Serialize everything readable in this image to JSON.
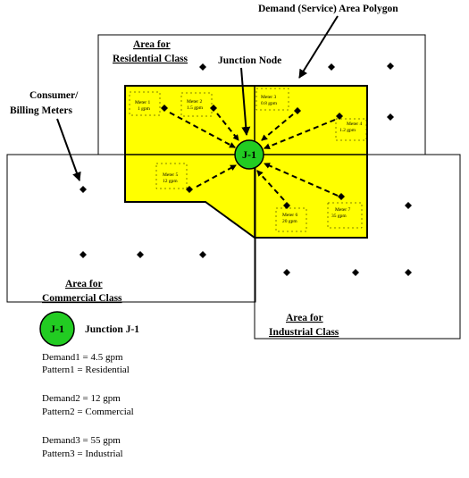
{
  "diagram": {
    "callouts": {
      "demand_area": "Demand (Service) Area Polygon",
      "junction_node": "Junction Node",
      "consumer_meters_line1": "Consumer/",
      "consumer_meters_line2": "Billing Meters"
    },
    "areas": {
      "residential": {
        "line1": "Area for",
        "line2": "Residential Class"
      },
      "commercial": {
        "line1": "Area for",
        "line2": "Commercial Class"
      },
      "industrial": {
        "line1": "Area  for",
        "line2": "Industrial Class"
      }
    },
    "junction": {
      "label": "J-1",
      "caption": "Junction J-1"
    },
    "meters": [
      {
        "name": "Meter 1",
        "demand": "1 gpm"
      },
      {
        "name": "Meter 2",
        "demand": "1.5 gpm"
      },
      {
        "name": "Meter 3",
        "demand": "0.8 gpm"
      },
      {
        "name": "Meter 4",
        "demand": "1.2 gpm"
      },
      {
        "name": "Meter 5",
        "demand": "12 gpm"
      },
      {
        "name": "Meter 6",
        "demand": "20 gpm"
      },
      {
        "name": "Meter 7",
        "demand": "35 gpm"
      }
    ],
    "legend": {
      "demand1": "Demand1 = 4.5 gpm",
      "pattern1": "Pattern1  = Residential",
      "demand2": "Demand2 = 12 gpm",
      "pattern2": "Pattern2  = Commercial",
      "demand3": "Demand3 = 55 gpm",
      "pattern3": "Pattern3  = Industrial"
    },
    "colors": {
      "polygon_fill": "#ffff00",
      "junction_fill": "#22cc22",
      "line": "#000000"
    }
  }
}
